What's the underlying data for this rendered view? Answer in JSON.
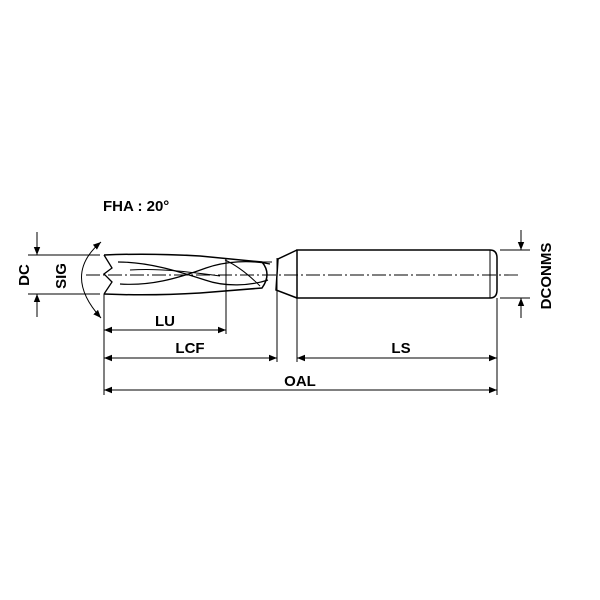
{
  "labels": {
    "fha": "FHA : 20°",
    "dc": "DC",
    "sig": "SIG",
    "lu": "LU",
    "lcf": "LCF",
    "ls": "LS",
    "oal": "OAL",
    "dconms": "DCONMS"
  },
  "colors": {
    "line": "#000000",
    "background": "#ffffff"
  }
}
